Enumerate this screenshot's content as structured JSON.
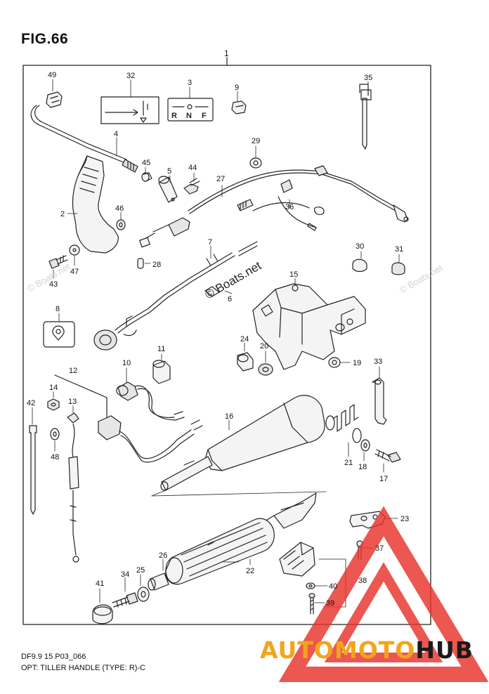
{
  "figure": {
    "title": "FIG.66",
    "assembly_number": "1",
    "drawing_code": "DF9.9 15 P03_066",
    "caption": "OPT: TILLER HANDLE (TYPE: R)-C"
  },
  "watermark": {
    "center": "© Boats.net",
    "corner": "© Boats.net"
  },
  "brand": {
    "part_a": "AUTO",
    "part_b": "MOTO",
    "part_c": "HUB",
    "color_orange": "#f2a51c",
    "color_red": "#e8322b",
    "color_dark": "#1a1a1a"
  },
  "shift_label": {
    "r": "R",
    "n": "N",
    "f": "F"
  },
  "callouts": [
    {
      "id": "c49",
      "text": "49"
    },
    {
      "id": "c32",
      "text": "32"
    },
    {
      "id": "c3",
      "text": "3"
    },
    {
      "id": "c9",
      "text": "9"
    },
    {
      "id": "c35",
      "text": "35"
    },
    {
      "id": "c4",
      "text": "4"
    },
    {
      "id": "c45",
      "text": "45"
    },
    {
      "id": "c5",
      "text": "5"
    },
    {
      "id": "c44",
      "text": "44"
    },
    {
      "id": "c29",
      "text": "29"
    },
    {
      "id": "c27",
      "text": "27"
    },
    {
      "id": "c2",
      "text": "2"
    },
    {
      "id": "c46",
      "text": "46"
    },
    {
      "id": "c36",
      "text": "36"
    },
    {
      "id": "c47",
      "text": "47"
    },
    {
      "id": "c43",
      "text": "43"
    },
    {
      "id": "c28",
      "text": "28"
    },
    {
      "id": "c7",
      "text": "7"
    },
    {
      "id": "c30",
      "text": "30"
    },
    {
      "id": "c31",
      "text": "31"
    },
    {
      "id": "c15",
      "text": "15"
    },
    {
      "id": "c6",
      "text": "6"
    },
    {
      "id": "c8",
      "text": "8"
    },
    {
      "id": "c24",
      "text": "24"
    },
    {
      "id": "c20",
      "text": "20"
    },
    {
      "id": "c11",
      "text": "11"
    },
    {
      "id": "c10",
      "text": "10"
    },
    {
      "id": "c19",
      "text": "19"
    },
    {
      "id": "c33",
      "text": "33"
    },
    {
      "id": "c12",
      "text": "12"
    },
    {
      "id": "c14",
      "text": "14"
    },
    {
      "id": "c13",
      "text": "13"
    },
    {
      "id": "c42",
      "text": "42"
    },
    {
      "id": "c16",
      "text": "16"
    },
    {
      "id": "c48",
      "text": "48"
    },
    {
      "id": "c21",
      "text": "21"
    },
    {
      "id": "c18",
      "text": "18"
    },
    {
      "id": "c17",
      "text": "17"
    },
    {
      "id": "c23",
      "text": "23"
    },
    {
      "id": "c37",
      "text": "37"
    },
    {
      "id": "c22",
      "text": "22"
    },
    {
      "id": "c26",
      "text": "26"
    },
    {
      "id": "c25",
      "text": "25"
    },
    {
      "id": "c34",
      "text": "34"
    },
    {
      "id": "c41",
      "text": "41"
    },
    {
      "id": "c40",
      "text": "40"
    },
    {
      "id": "c38",
      "text": "38"
    },
    {
      "id": "c39",
      "text": "39"
    }
  ]
}
